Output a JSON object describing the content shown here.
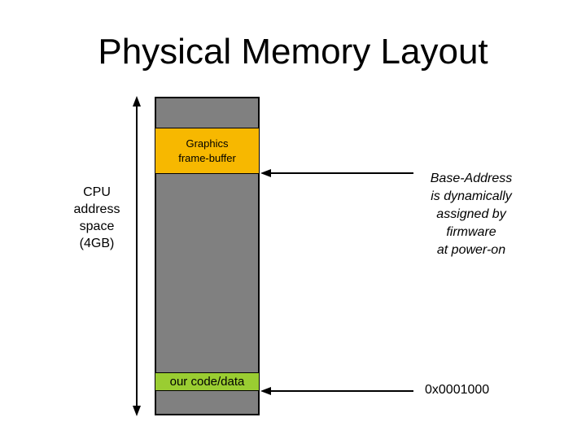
{
  "title": "Physical Memory Layout",
  "regions": {
    "framebuffer": {
      "line1": "Graphics",
      "line2": "frame-buffer",
      "color": "#f7b800"
    },
    "code": {
      "label": "our code/data",
      "color": "#9acd32"
    },
    "memory_color": "#808080"
  },
  "address_space_label": {
    "line1": "CPU",
    "line2": "address",
    "line3": "space",
    "line4": "(4GB)"
  },
  "base_address_note": {
    "line1": "Base-Address",
    "line2": "is dynamically",
    "line3": "assigned by",
    "line4": "firmware",
    "line5": "at power-on"
  },
  "code_address": "0x0001000"
}
